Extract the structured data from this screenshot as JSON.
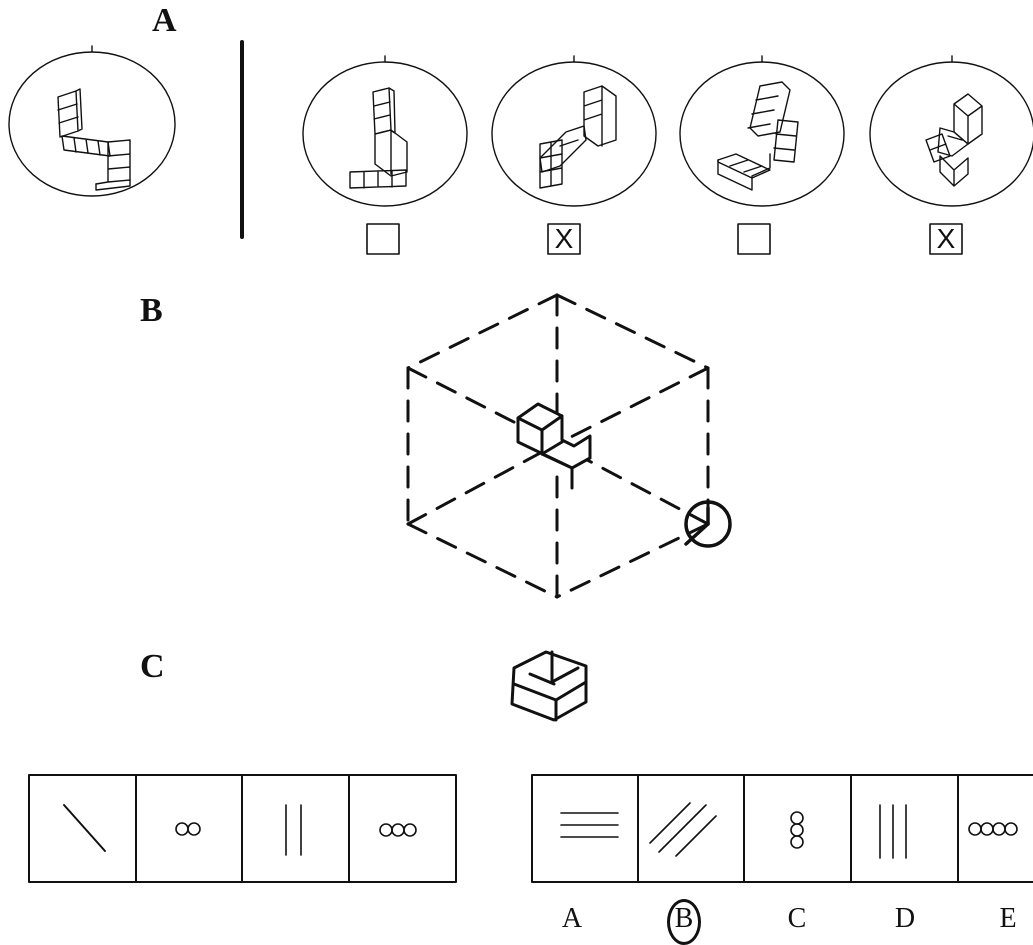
{
  "panels": {
    "a": {
      "label": "A",
      "answer_marks": [
        "",
        "X",
        "",
        "X"
      ]
    },
    "b": {
      "label": "B"
    },
    "c": {
      "label": "C"
    }
  },
  "options": {
    "labels": [
      "A",
      "B",
      "C",
      "D",
      "E"
    ],
    "selected": "B"
  }
}
